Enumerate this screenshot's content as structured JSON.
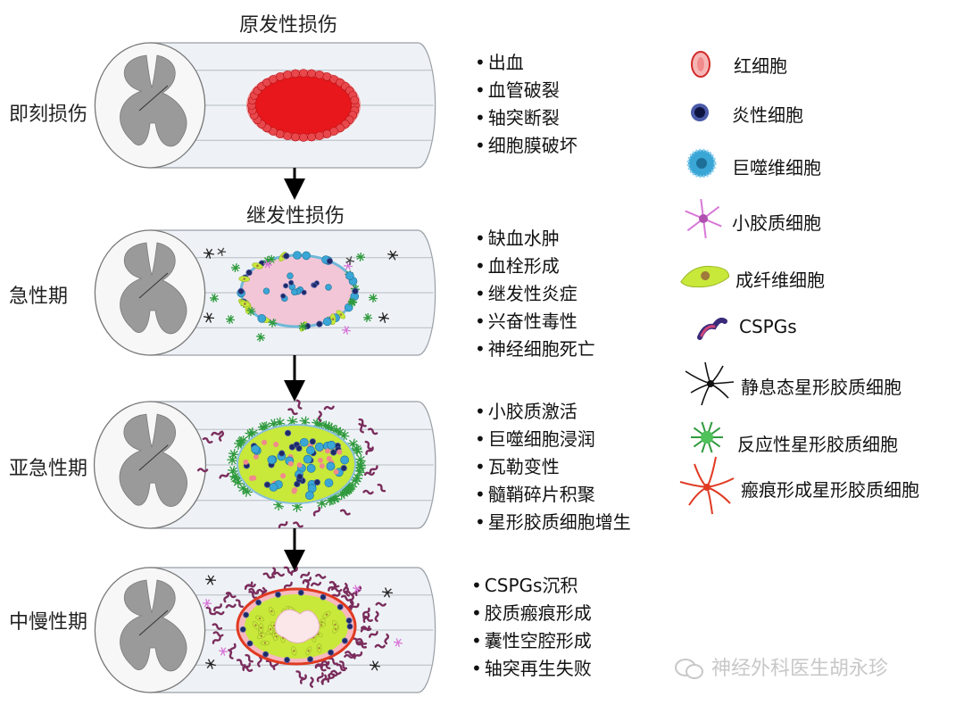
{
  "headings": {
    "primary": "原发性损伤",
    "secondary": "继发性损伤"
  },
  "stages": [
    {
      "label": "即刻损伤",
      "bullets": [
        "出血",
        "血管破裂",
        "轴突断裂",
        "细胞膜破坏"
      ]
    },
    {
      "label": "急性期",
      "bullets": [
        "缺血水肿",
        "血栓形成",
        "继发性炎症",
        "兴奋性毒性",
        "神经细胞死亡"
      ]
    },
    {
      "label": "亚急性期",
      "bullets": [
        "小胶质激活",
        "巨噬细胞浸润",
        "瓦勒变性",
        "髓鞘碎片积聚",
        "星形胶质细胞增生"
      ]
    },
    {
      "label": "中慢性期",
      "bullets": [
        "CSPGs沉积",
        "胶质瘢痕形成",
        "囊性空腔形成",
        "轴突再生失败"
      ]
    }
  ],
  "legend": [
    {
      "icon": "red-blood-cell-icon",
      "label": "红细胞"
    },
    {
      "icon": "inflammatory-cell-icon",
      "label": "炎性细胞"
    },
    {
      "icon": "macrophage-icon",
      "label": "巨噬维细胞"
    },
    {
      "icon": "microglia-icon",
      "label": "小胶质细胞"
    },
    {
      "icon": "fibroblast-icon",
      "label": "成纤维细胞"
    },
    {
      "icon": "cspgs-icon",
      "label": "CSPGs"
    },
    {
      "icon": "resting-astrocyte-icon",
      "label": "静息态星形胶质细胞"
    },
    {
      "icon": "reactive-astrocyte-icon",
      "label": "反应性星形胶质细胞"
    },
    {
      "icon": "scar-astrocyte-icon",
      "label": "瘢痕形成星形胶质细胞"
    }
  ],
  "watermark": "神经外科医生胡永珍",
  "colors": {
    "blood": "#e8171b",
    "inflammatory": "#1d2a66",
    "macrophage": "#3aa6d6",
    "microglia": "#d877d8",
    "fibroblast": "#c8e83a",
    "cspgs": "#7a2c5c",
    "astrocyte": "#222222",
    "reactive": "#2f9a3d",
    "scar": "#e03a22",
    "lesion_pink": "#f2c6d6",
    "cord_fill": "#eef2f6",
    "cord_stroke": "#9aa0a6",
    "gray_matter": "#9a9a9a"
  }
}
